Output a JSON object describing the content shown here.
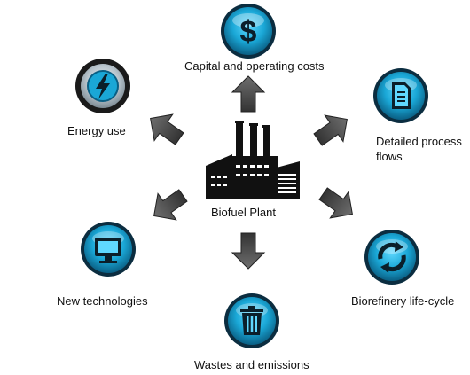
{
  "center": {
    "label": "Biofuel Plant",
    "icon": "factory-icon"
  },
  "nodes": {
    "capital": {
      "label": "Capital and operating costs",
      "icon": "dollar-icon"
    },
    "energy": {
      "label": "Energy use",
      "icon": "lightning-icon"
    },
    "process": {
      "label": "Detailed process flows",
      "icon": "document-icon"
    },
    "new_tech": {
      "label": "New technologies",
      "icon": "monitor-icon"
    },
    "lifecycle": {
      "label": "Biorefinery life-cycle",
      "icon": "recycle-icon"
    },
    "wastes": {
      "label": "Wastes and emissions",
      "icon": "trash-icon"
    }
  },
  "colors": {
    "icon_base": "#1aa7d6",
    "icon_dark": "#063b55",
    "icon_glyph": "#0b1f2a",
    "energy_icon": "#b8c4cc",
    "arrow": "#4a4a4a",
    "factory": "#111111"
  }
}
